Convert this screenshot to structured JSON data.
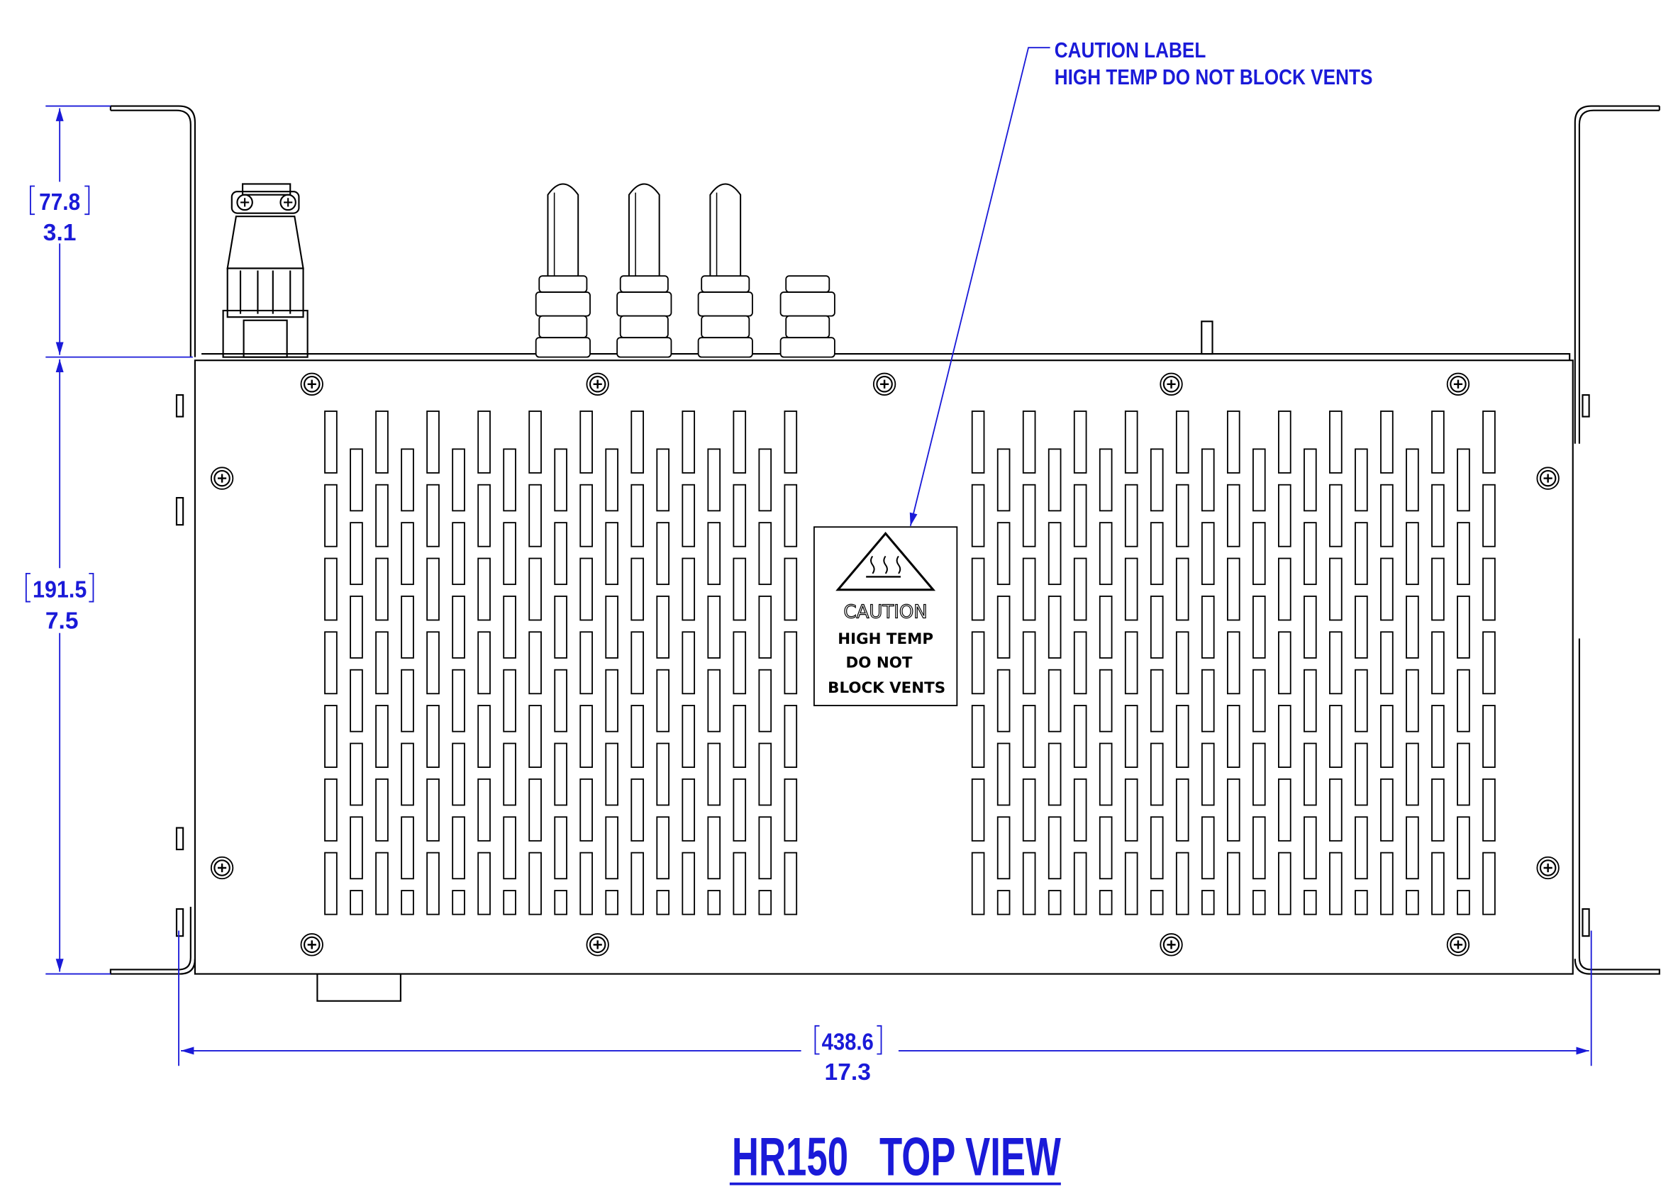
{
  "callout": {
    "line1": "CAUTION LABEL",
    "line2": "HIGH TEMP DO NOT BLOCK VENTS"
  },
  "label": {
    "caution": "CAUTION",
    "line1": "HIGH TEMP",
    "line2": "DO NOT",
    "line3": "BLOCK VENTS",
    "icon": "hot-surface-warning-icon"
  },
  "dimensions": {
    "height_top": {
      "mm": "77.8",
      "in": "3.1"
    },
    "height_body": {
      "mm": "191.5",
      "in": "7.5"
    },
    "width": {
      "mm": "438.6",
      "in": "17.3"
    }
  },
  "title": "HR150   TOP VIEW",
  "colors": {
    "dimension": "#1a1ad8",
    "drawing": "#000000"
  }
}
